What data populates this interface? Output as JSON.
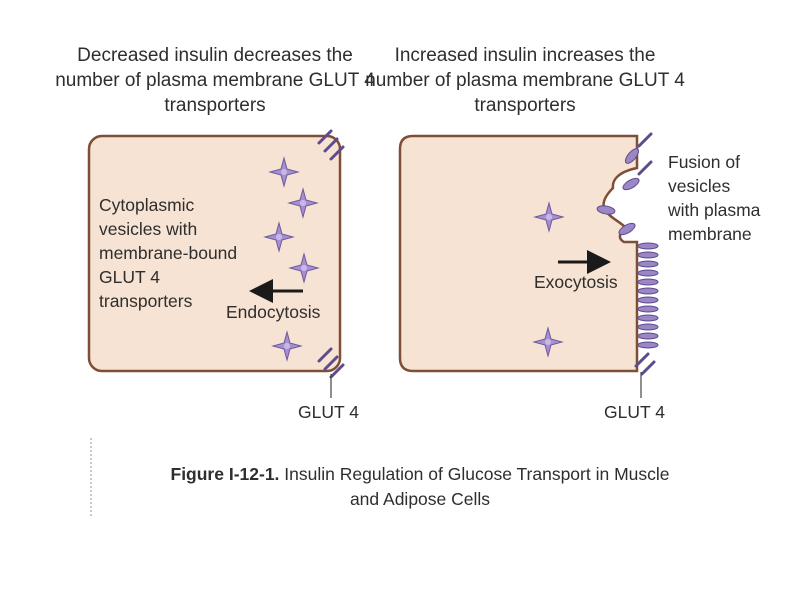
{
  "left_panel": {
    "heading": "Decreased insulin decreases the number of plasma membrane GLUT 4 transporters",
    "cytoplasm_label_lines": [
      "Cytoplasmic",
      "vesicles with",
      "membrane-bound",
      "GLUT 4",
      "transporters"
    ],
    "arrow_label": "Endocytosis",
    "transporter_label": "GLUT 4"
  },
  "right_panel": {
    "heading": "Increased insulin increases the number of plasma membrane GLUT 4 transporters",
    "arrow_label": "Exocytosis",
    "fusion_label_lines": [
      "Fusion of",
      "vesicles",
      "with plasma",
      "membrane"
    ],
    "transporter_label": "GLUT 4"
  },
  "caption": {
    "figure_number": "Figure I-12-1.",
    "text": "Insulin Regulation of Glucose Transport in Muscle and Adipose Cells"
  },
  "colors": {
    "cell_fill": "#f6e3d3",
    "cell_border": "#7e4f36",
    "transporter": "#9b86c6",
    "transporter_outline": "#5d4b8c",
    "arrow": "#1a1a1a"
  }
}
